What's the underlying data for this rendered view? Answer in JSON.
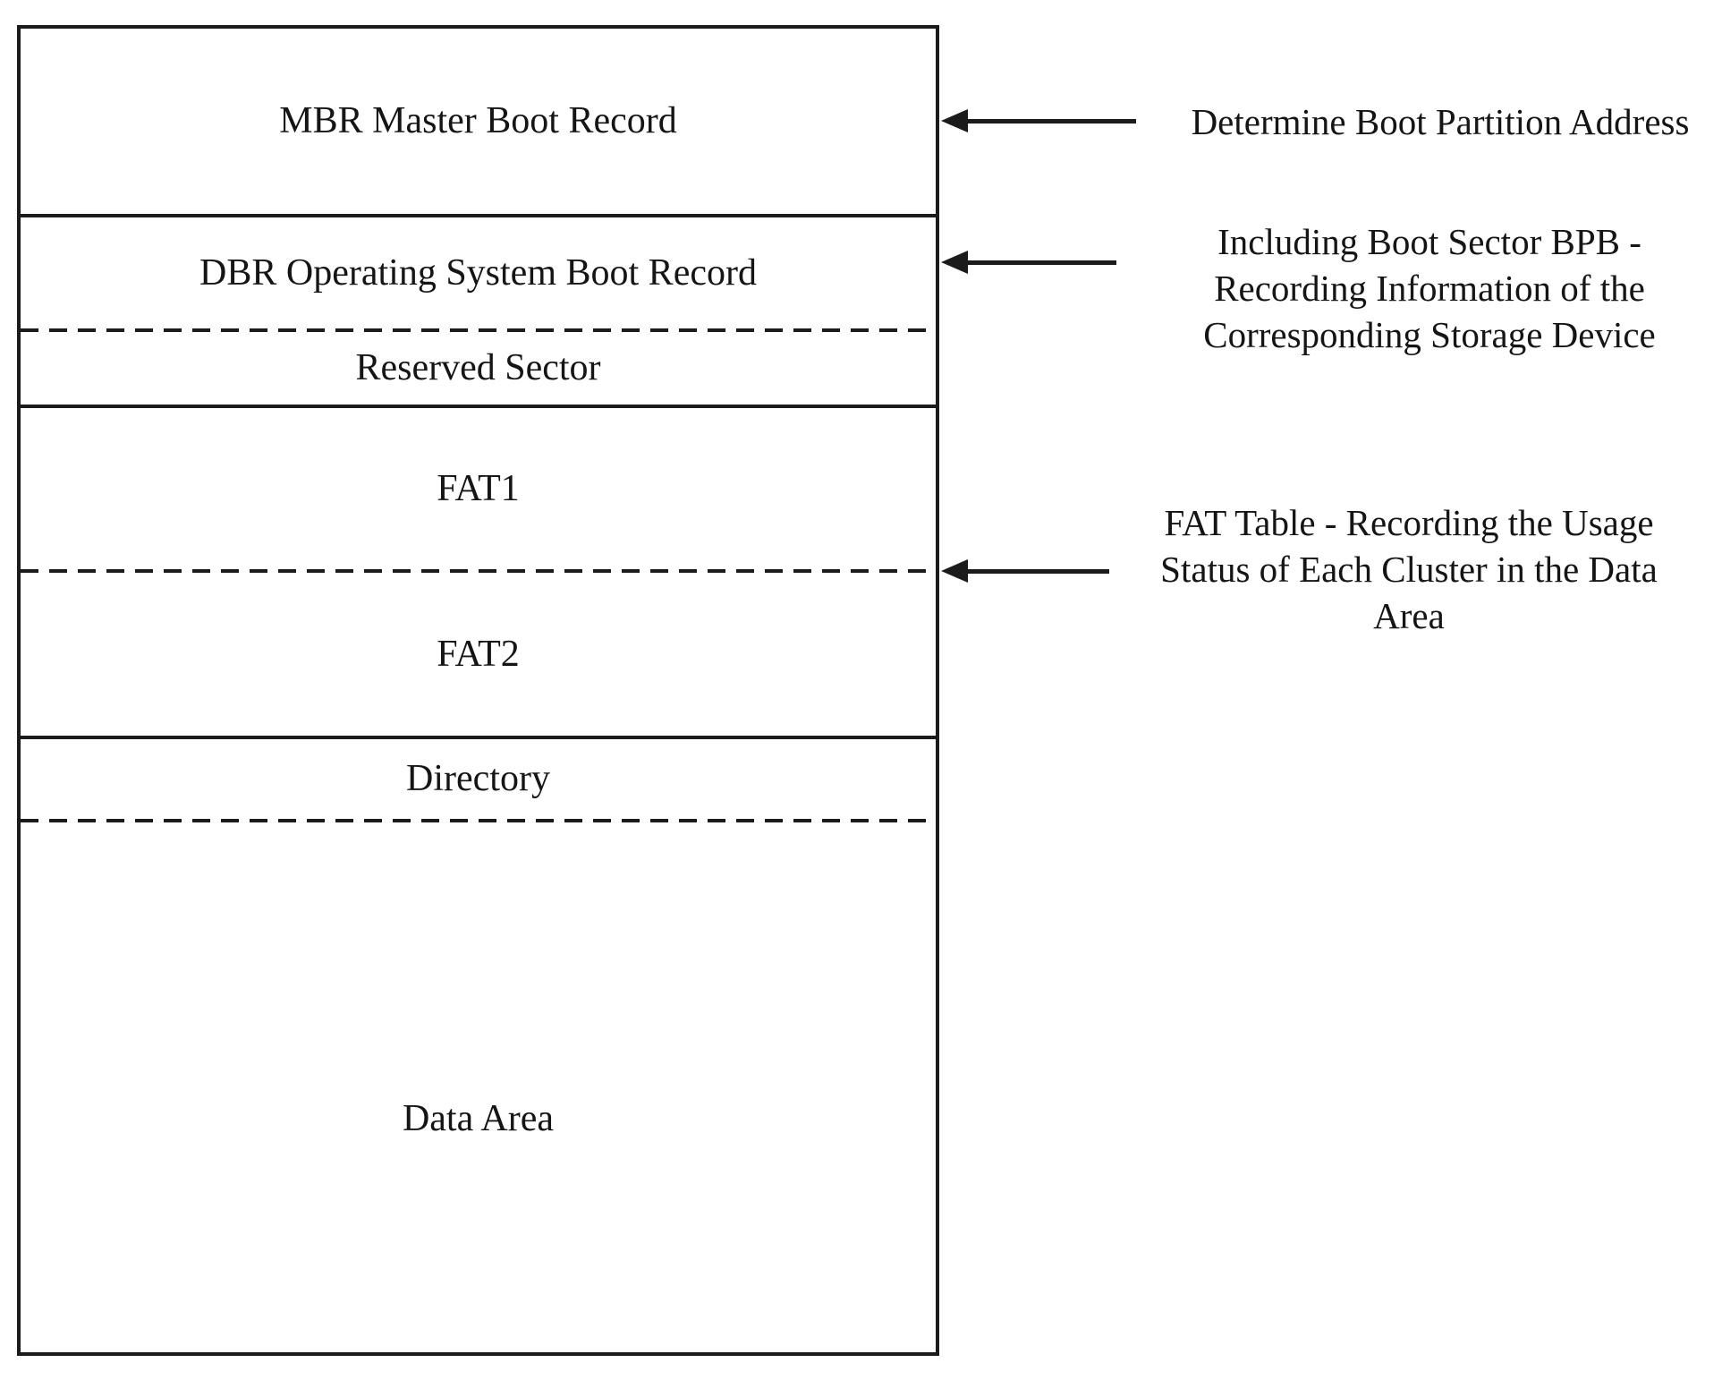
{
  "diagram": {
    "box": {
      "sections": [
        {
          "id": "mbr",
          "label": "MBR Master Boot Record"
        },
        {
          "id": "dbr",
          "label": "DBR Operating System Boot Record"
        },
        {
          "id": "reserved",
          "label": "Reserved Sector"
        },
        {
          "id": "fat1",
          "label": "FAT1"
        },
        {
          "id": "fat2",
          "label": "FAT2"
        },
        {
          "id": "directory",
          "label": "Directory"
        },
        {
          "id": "data",
          "label": "Data Area"
        }
      ]
    },
    "annotations": [
      {
        "target": "mbr",
        "lines": [
          "Determine Boot Partition Address"
        ]
      },
      {
        "target": "dbr",
        "lines": [
          "Including Boot Sector BPB -",
          "Recording Information of the",
          "Corresponding Storage Device"
        ]
      },
      {
        "target": "fat-tables",
        "lines": [
          "FAT Table - Recording the Usage",
          "Status of Each Cluster in the Data",
          "Area"
        ]
      }
    ],
    "colors": {
      "line": "#1b1b1b",
      "text": "#151515",
      "background": "#ffffff"
    }
  }
}
